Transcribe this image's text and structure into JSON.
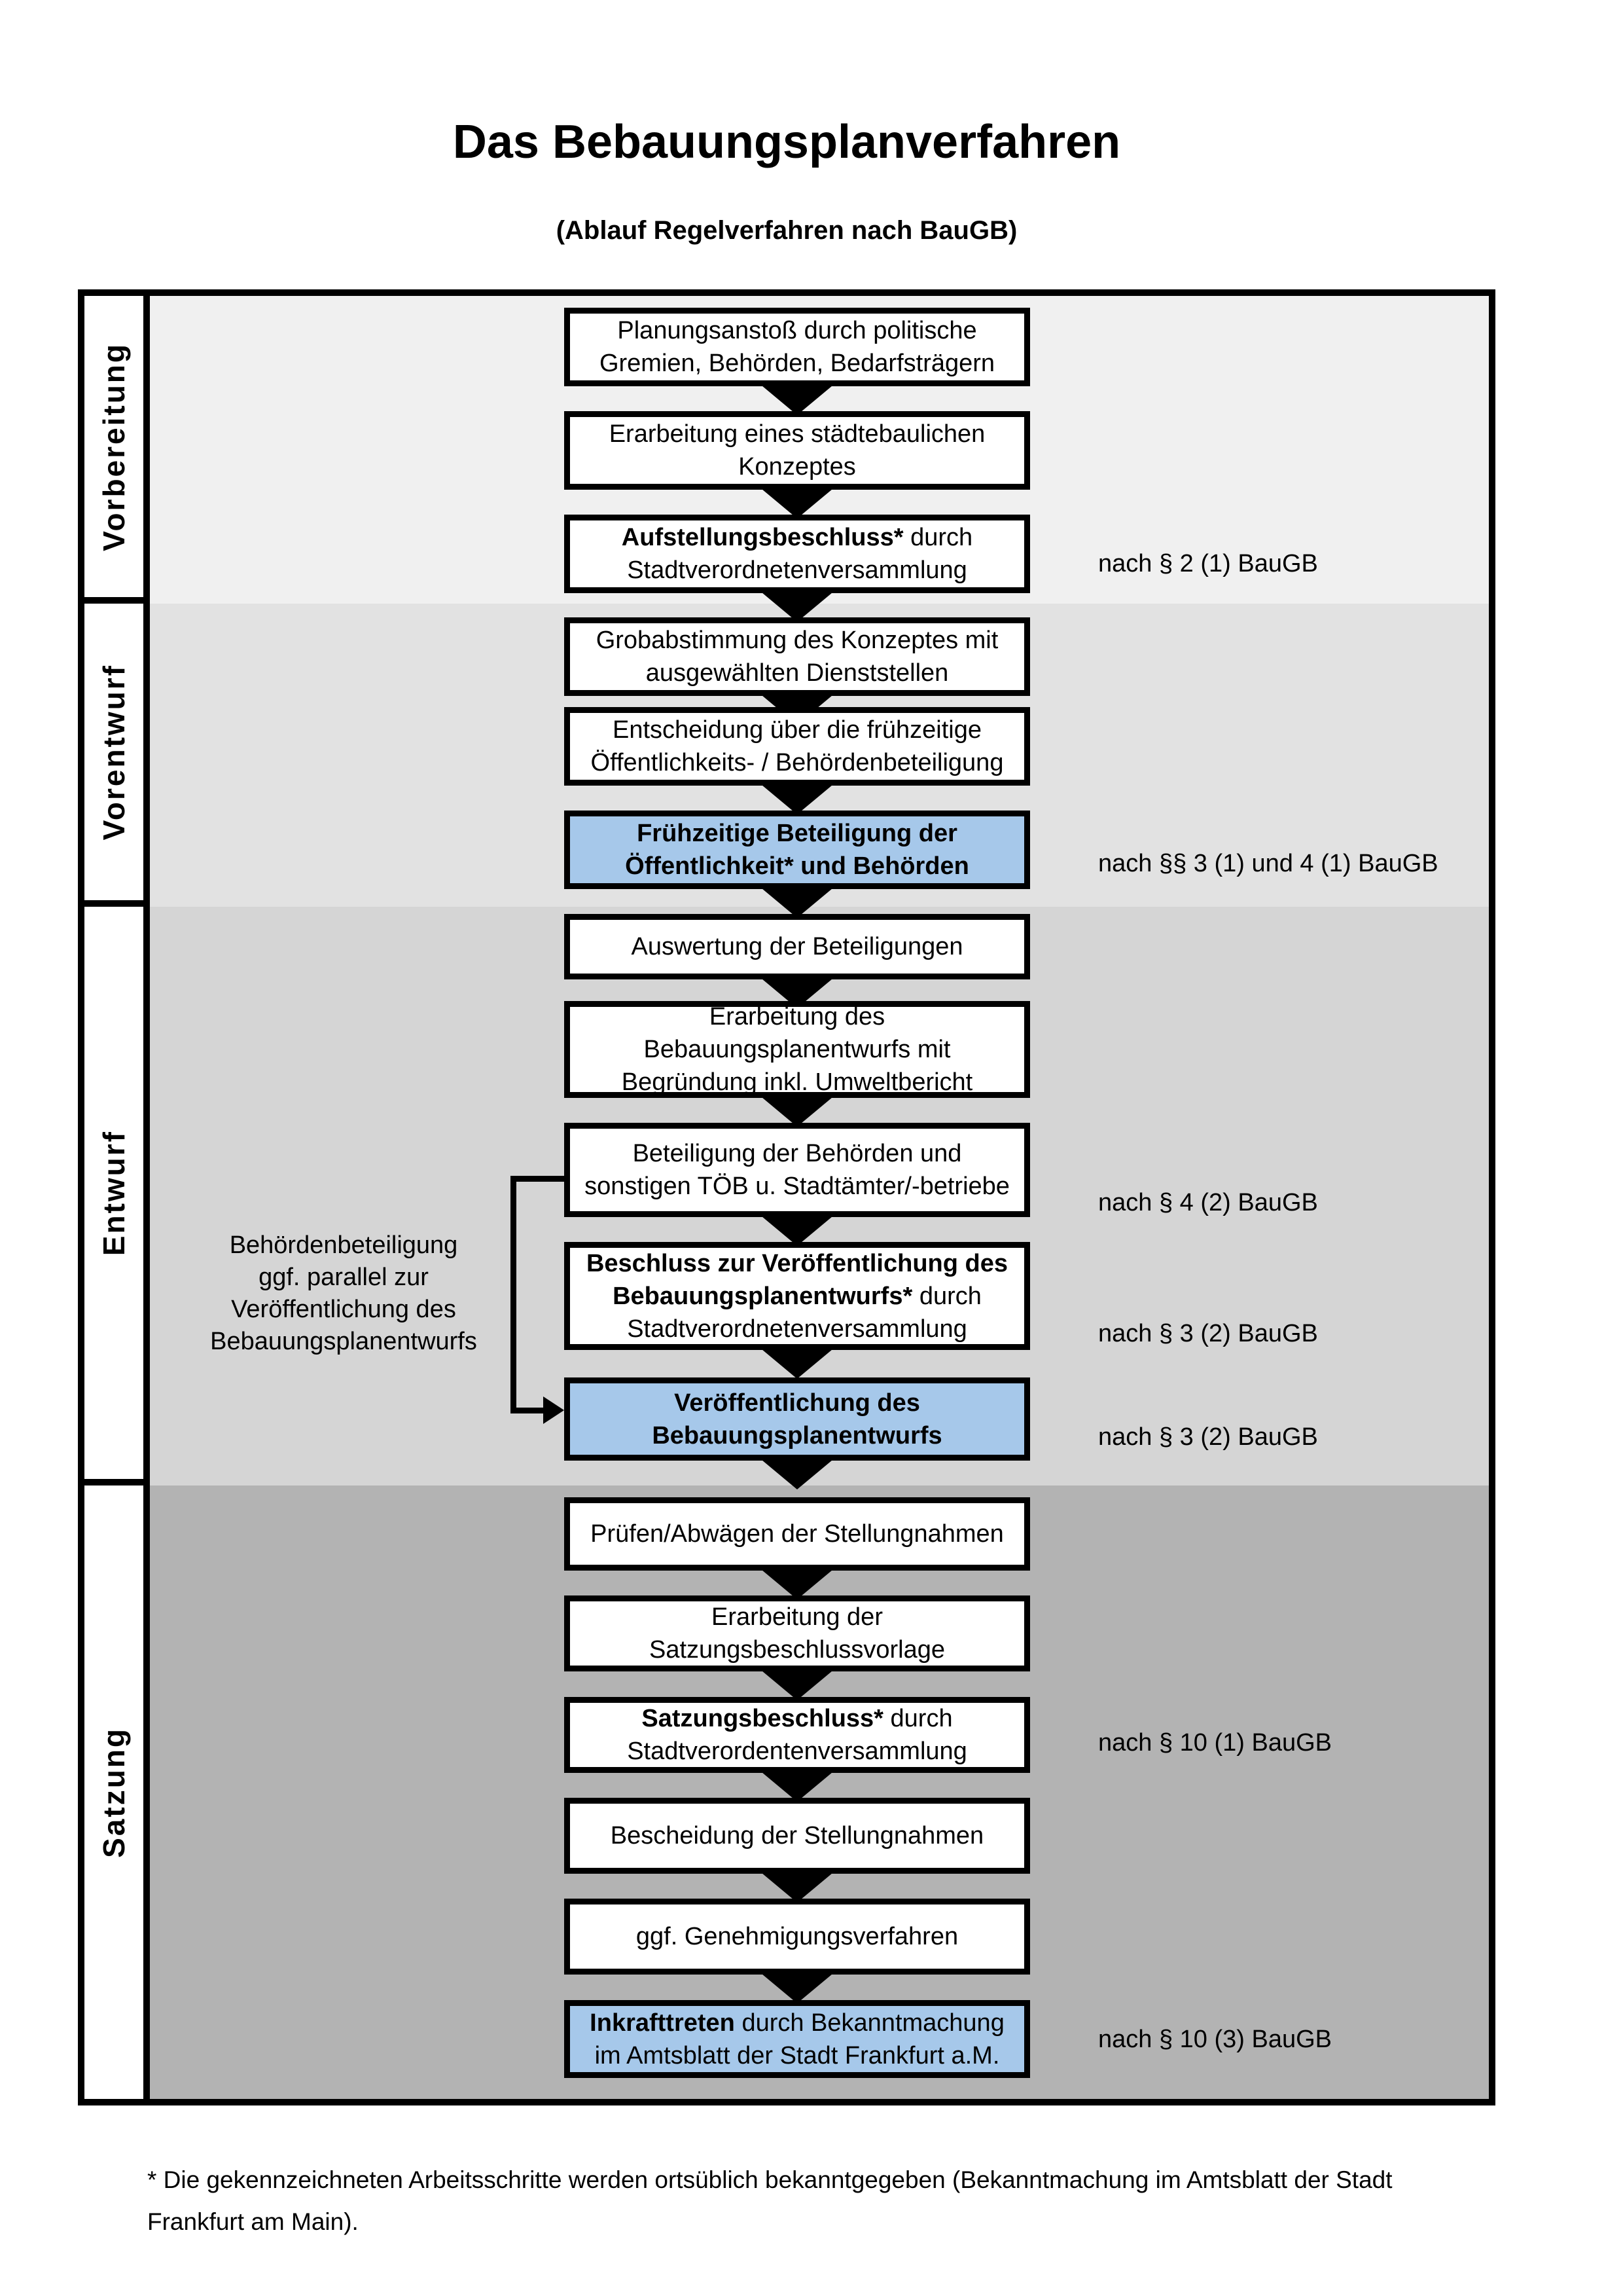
{
  "title": "Das Bebauungsplanverfahren",
  "subtitle": "(Ablauf Regelverfahren nach BauGB)",
  "sections": [
    {
      "label": "Vorbereitung"
    },
    {
      "label": "Vorentwurf"
    },
    {
      "label": "Entwurf"
    },
    {
      "label": "Satzung"
    }
  ],
  "boxes": {
    "b1": {
      "l1": "Planungsanstoß durch politische",
      "l2": "Gremien, Behörden, Bedarfsträgern"
    },
    "b2": {
      "l1": "Erarbeitung eines städtebaulichen",
      "l2": "Konzeptes"
    },
    "b3": {
      "l1b": "Aufstellungsbeschluss*",
      "l1r": " durch",
      "l2": "Stadtverordnetenversammlung"
    },
    "b4": {
      "l1": "Grobabstimmung des Konzeptes mit",
      "l2": "ausgewählten Dienststellen"
    },
    "b5": {
      "l1": "Entscheidung über die frühzeitige",
      "l2": "Öffentlichkeits- / Behördenbeteiligung"
    },
    "b6": {
      "l1": "Frühzeitige Beteiligung der",
      "l2": "Öffentlichkeit* und Behörden"
    },
    "b7": {
      "l1": "Auswertung der Beteiligungen"
    },
    "b8": {
      "l1": "Erarbeitung des",
      "l2": "Bebauungsplanentwurfs mit",
      "l3": "Begründung inkl. Umweltbericht"
    },
    "b9": {
      "l1": "Beteiligung der Behörden und",
      "l2": "sonstigen TÖB u. Stadtämter/-betriebe"
    },
    "b10": {
      "l1b": "Beschluss zur Veröffentlichung des",
      "l2b": "Bebauungsplanentwurfs*",
      "l2r": " durch",
      "l3": "Stadtverordnetenversammlung"
    },
    "b11": {
      "l1": "Veröffentlichung des",
      "l2": "Bebauungsplanentwurfs"
    },
    "b12": {
      "l1": "Prüfen/Abwägen der Stellungnahmen"
    },
    "b13": {
      "l1": "Erarbeitung der",
      "l2": "Satzungsbeschlussvorlage"
    },
    "b14": {
      "l1b": "Satzungsbeschluss*",
      "l1r": " durch",
      "l2": "Stadtverordentenversammlung"
    },
    "b15": {
      "l1": "Bescheidung der Stellungnahmen"
    },
    "b16": {
      "l1": "ggf. Genehmigungsverfahren"
    },
    "b17": {
      "l1b": "Inkrafttreten",
      "l1r": " durch Bekanntmachung",
      "l2": "im Amtsblatt der Stadt Frankfurt a.M."
    }
  },
  "refs": {
    "r1": "nach § 2 (1) BauGB",
    "r2": "nach §§ 3 (1) und 4 (1) BauGB",
    "r3": "nach § 4 (2) BauGB",
    "r4": "nach § 3 (2) BauGB",
    "r5": "nach § 3 (2) BauGB",
    "r6": "nach § 10 (1) BauGB",
    "r7": "nach § 10 (3) BauGB"
  },
  "side_note": {
    "l1": "Behördenbeteiligung",
    "l2": "ggf. parallel zur",
    "l3": "Veröffentlichung des",
    "l4": "Bebauungsplanentwurfs"
  },
  "footnote": {
    "l1": "* Die gekennzeichneten Arbeitsschritte werden ortsüblich bekanntgegeben (Bekanntmachung im Amtsblatt  der Stadt",
    "l2": "Frankfurt am Main)."
  },
  "colors": {
    "highlight_blue": "#A6C8EA",
    "section1_bg": "#F0F0F0",
    "section2_bg": "#E2E2E2",
    "section3_bg": "#D5D5D5",
    "section4_bg": "#B3B3B3",
    "line_black": "#000000"
  }
}
